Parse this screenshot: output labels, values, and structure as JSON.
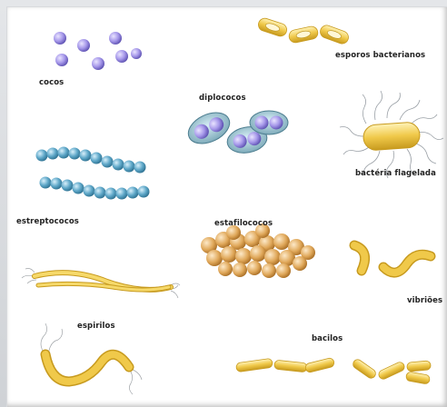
{
  "colors": {
    "coccus_fill": "#9c8fe0",
    "coccus_stroke": "#5b4fb0",
    "strepto_fill": "#5fa8c9",
    "capsule_fill": "#8fb7c6",
    "staph_fill": "#e0a85a",
    "rod_fill": "#f0c94a",
    "rod_stroke": "#c79a1e",
    "flagella": "#9aa0a6"
  },
  "labels": {
    "cocos": "cocos",
    "esporos": "esporos bacterianos",
    "diplococos": "diplococos",
    "flagelada": "bactéria flagelada",
    "estreptococos": "estreptococos",
    "estafilococos": "estafilococos",
    "vibrioes": "vibriões",
    "espirilos": "espirilos",
    "bacilos": "bacilos"
  }
}
